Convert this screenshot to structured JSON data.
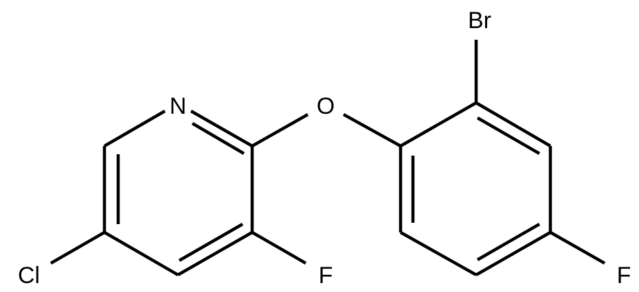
{
  "molecule": {
    "atoms": {
      "N": "N",
      "O": "O",
      "Br": "Br",
      "Cl": "Cl",
      "F_pyridine": "F",
      "F_phenyl": "F"
    }
  },
  "colors": {
    "bond": "#000000",
    "label": "#000000",
    "background": "#ffffff"
  }
}
